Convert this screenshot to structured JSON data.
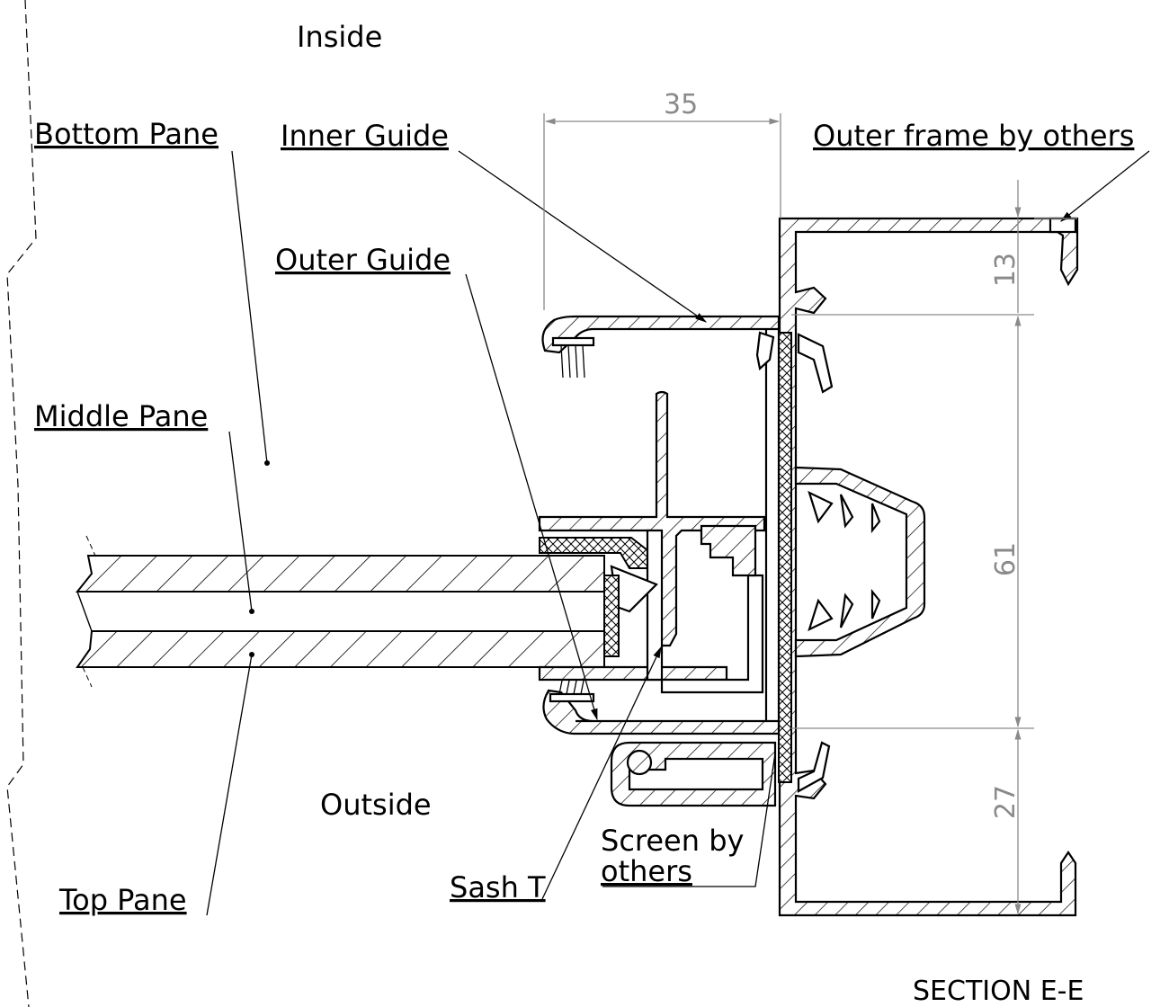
{
  "title": "SECTION E-E",
  "region_labels": {
    "inside": "Inside",
    "outside": "Outside"
  },
  "callouts": {
    "bottom_pane": "Bottom Pane",
    "middle_pane": "Middle Pane",
    "top_pane": "Top Pane",
    "inner_guide": "Inner Guide",
    "outer_guide": "Outer Guide",
    "outer_frame": "Outer frame by others",
    "screen_line1": "Screen by",
    "screen_line2": "others",
    "sash_t": "Sash T"
  },
  "dimensions": {
    "width_top": "35",
    "upper": "13",
    "middle": "61",
    "lower": "27"
  },
  "colors": {
    "line": "#000000",
    "dimension": "#8a8a8a",
    "background": "#ffffff"
  }
}
